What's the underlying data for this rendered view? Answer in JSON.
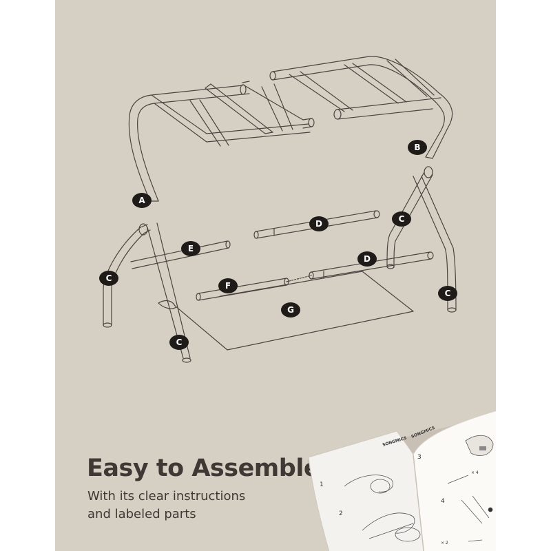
{
  "heading": "Easy to Assemble",
  "subtitle_lines": [
    "With its clear instructions",
    "and labeled parts"
  ],
  "part_labels": {
    "a": "A",
    "b": "B",
    "c1": "C",
    "c2": "C",
    "c3": "C",
    "c4": "C",
    "d1": "D",
    "d2": "D",
    "e": "E",
    "f": "F",
    "g": "G"
  },
  "manual": {
    "brand_left": "SONGMICS",
    "brand_right": "SONGMICS",
    "step_1": "1",
    "step_2": "2",
    "step_3": "3",
    "step_4": "4",
    "qty_1": "× 4",
    "qty_2": "× 2"
  },
  "colors": {
    "panel_background": "#d6cfc3",
    "line_art": "#4a4440",
    "label_fill": "#1f1b19",
    "heading_text": "#3f3935"
  }
}
